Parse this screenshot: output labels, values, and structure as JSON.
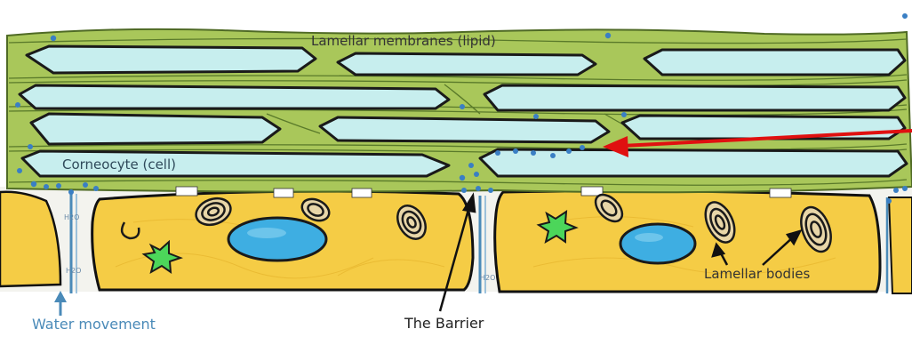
{
  "labels": {
    "lamellar_membranes": "Lamellar membranes (lipid)",
    "corneocyte": "Corneocyte  (cell)",
    "lamellar_bodies": "Lamellar bodies",
    "water_movement": "Water movement",
    "barrier": "The Barrier",
    "h2o": "H2O"
  },
  "colors": {
    "lipid_green": "#a9c75a",
    "lipid_line": "#4f6a25",
    "corneocyte_fill": "#c7eeee",
    "cell_yellow": "#f5cc45",
    "nucleus_blue": "#3eaee2",
    "water_blue": "#4a8ab8",
    "droplet_blue": "#3a7fc4",
    "green_star": "#4cd65a",
    "arrow_red": "#e01010"
  }
}
